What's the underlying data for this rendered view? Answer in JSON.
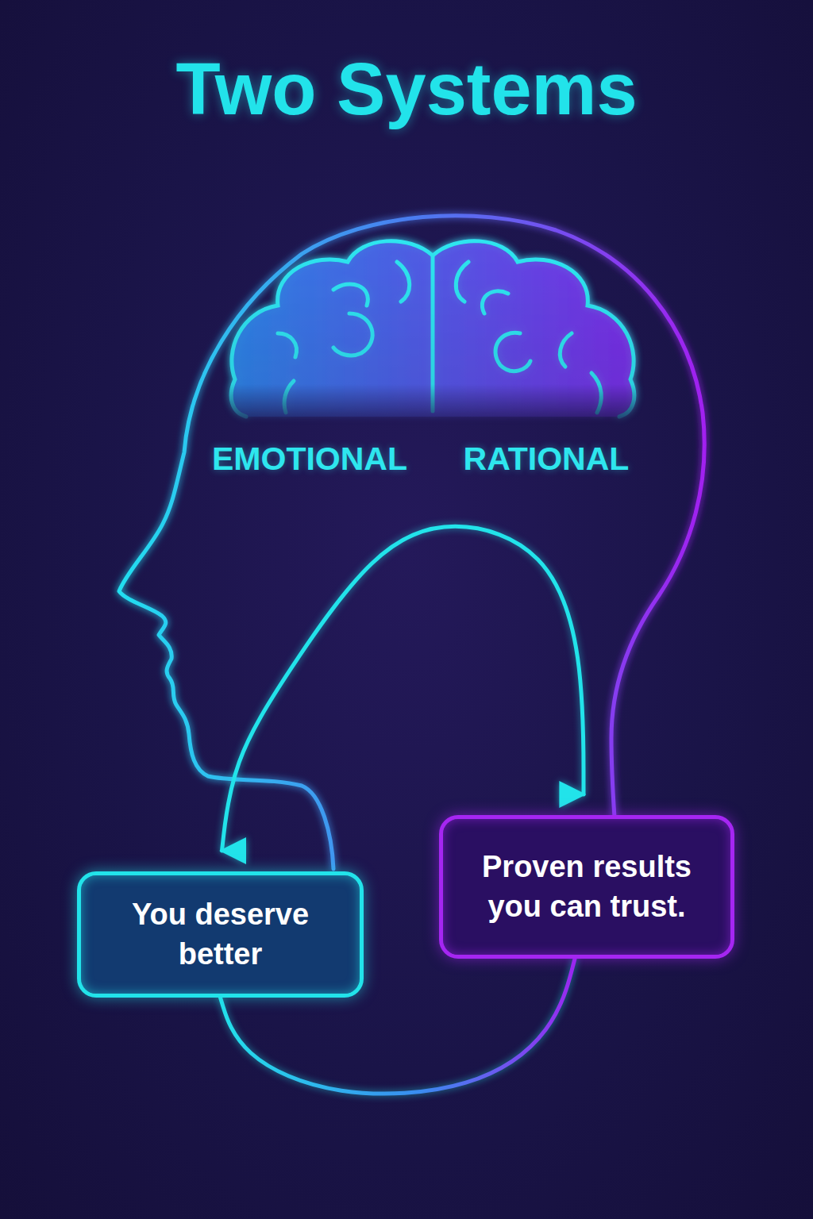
{
  "diagram": {
    "title": "Two Systems",
    "nodes": [
      {
        "text": [
          "You deserve better"
        ]
      },
      {
        "text": [
          "Proven results you can trust."
        ]
      }
    ],
    "edges": [
      {
        "from": 0,
        "to": 1,
        "arrow": "both"
      },
      {
        "from": 0,
        "to": 1,
        "arrow": "none"
      }
    ],
    "labels": [
      "EMOTIONAL",
      "RATIONAL"
    ]
  }
}
